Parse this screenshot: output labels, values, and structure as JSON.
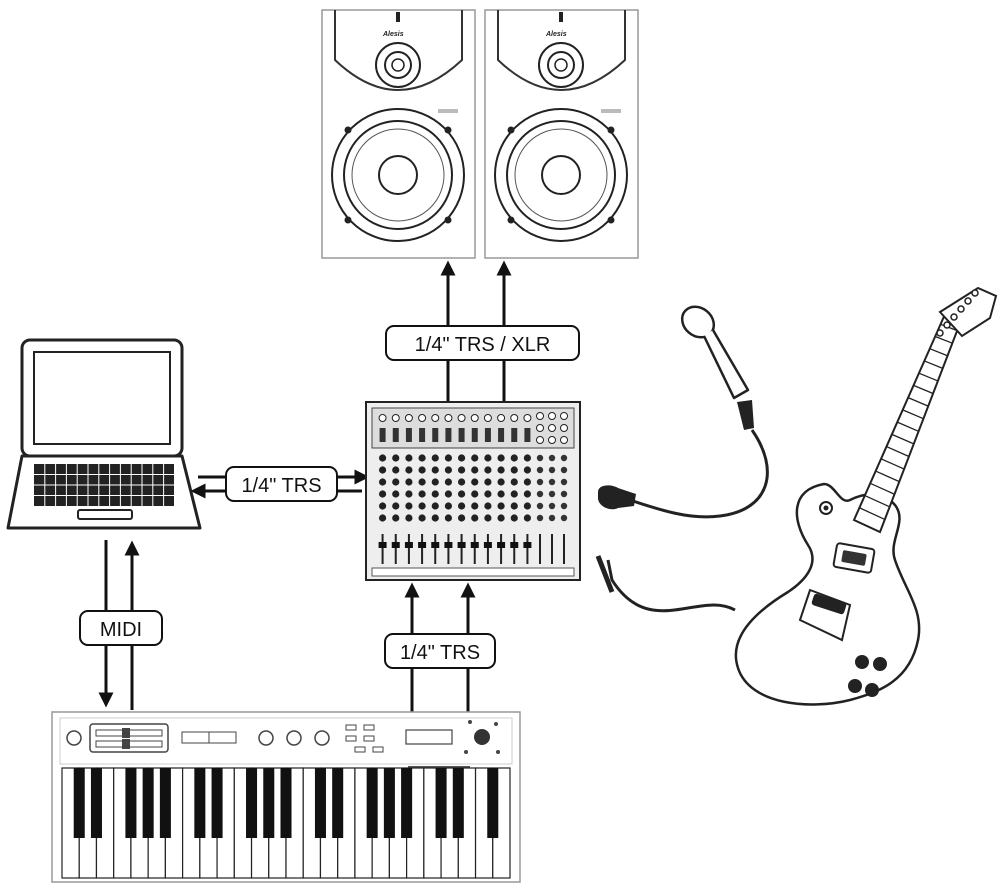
{
  "labels": {
    "monitor_connection": "1/4\" TRS / XLR",
    "computer_connection": "1/4\" TRS",
    "midi_connection": "MIDI",
    "keyboard_connection": "1/4\" TRS"
  },
  "colors": {
    "line": "#111111",
    "background": "#ffffff"
  },
  "keyboard": {
    "white_key_count": 26
  },
  "mixer": {
    "channel_strips": 12
  }
}
